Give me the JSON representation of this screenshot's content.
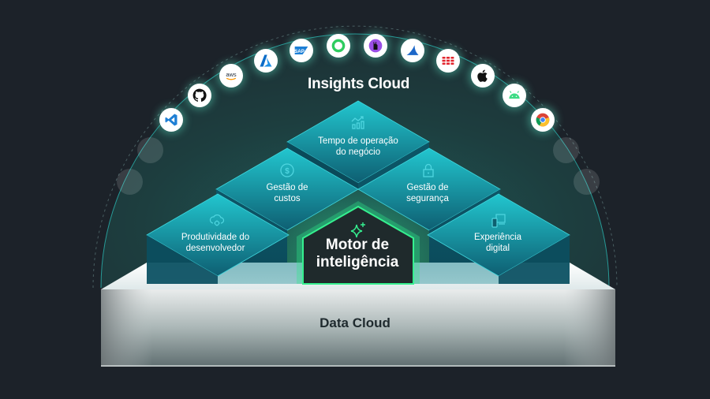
{
  "diagram": {
    "top_title": "Insights Cloud",
    "center_label": "Motor de inteligência",
    "center_label_lines": [
      "Motor de",
      "inteligência"
    ],
    "base_label": "Data Cloud",
    "tiles": [
      {
        "id": "business-uptime",
        "icon": "chart-trend-icon",
        "lines": [
          "Tempo de operação",
          "do negócio"
        ]
      },
      {
        "id": "cost-management",
        "icon": "dollar-coin-icon",
        "lines": [
          "Gestão de",
          "custos"
        ]
      },
      {
        "id": "security-management",
        "icon": "padlock-icon",
        "lines": [
          "Gestão de",
          "segurança"
        ]
      },
      {
        "id": "developer-productivity",
        "icon": "cloud-gear-icon",
        "lines": [
          "Produtividade do",
          "desenvolvedor"
        ]
      },
      {
        "id": "digital-experience",
        "icon": "devices-icon",
        "lines": [
          "Experiência",
          "digital"
        ]
      }
    ],
    "integrations": [
      {
        "name": "vscode",
        "icon": "vscode-icon"
      },
      {
        "name": "github",
        "icon": "github-icon"
      },
      {
        "name": "aws",
        "icon": "aws-icon",
        "text": "aws"
      },
      {
        "name": "azure",
        "icon": "azure-icon"
      },
      {
        "name": "sap",
        "icon": "sap-icon",
        "text": "SAP"
      },
      {
        "name": "circle-app",
        "icon": "green-ring-icon"
      },
      {
        "name": "purple-app",
        "icon": "purple-badge-icon"
      },
      {
        "name": "wireshark",
        "icon": "shark-fin-icon"
      },
      {
        "name": "fortinet",
        "icon": "fortinet-icon"
      },
      {
        "name": "apple",
        "icon": "apple-icon"
      },
      {
        "name": "android",
        "icon": "android-icon"
      },
      {
        "name": "chrome",
        "icon": "chrome-icon"
      }
    ],
    "colors": {
      "background": "#1c2229",
      "tile_teal": "#1aa7b3",
      "glow_green": "#2ee88a",
      "center_dark": "#1f2a2c",
      "base_light": "#e6e9ea"
    }
  }
}
